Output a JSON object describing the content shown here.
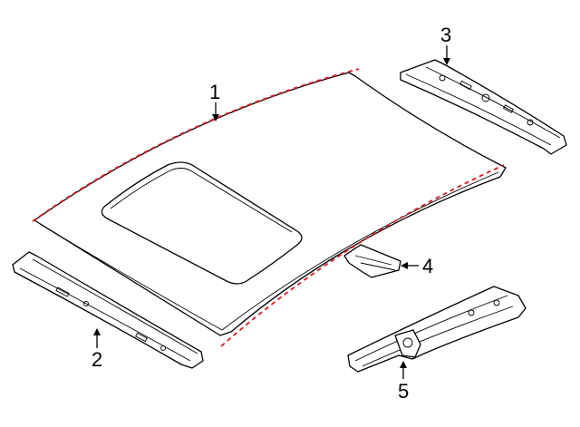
{
  "diagram": {
    "callouts": [
      {
        "id": "1",
        "label": "1"
      },
      {
        "id": "2",
        "label": "2"
      },
      {
        "id": "3",
        "label": "3"
      },
      {
        "id": "4",
        "label": "4"
      },
      {
        "id": "5",
        "label": "5"
      }
    ],
    "colors": {
      "line": "#000000",
      "highlight": "#e0191e",
      "background": "#ffffff"
    }
  }
}
